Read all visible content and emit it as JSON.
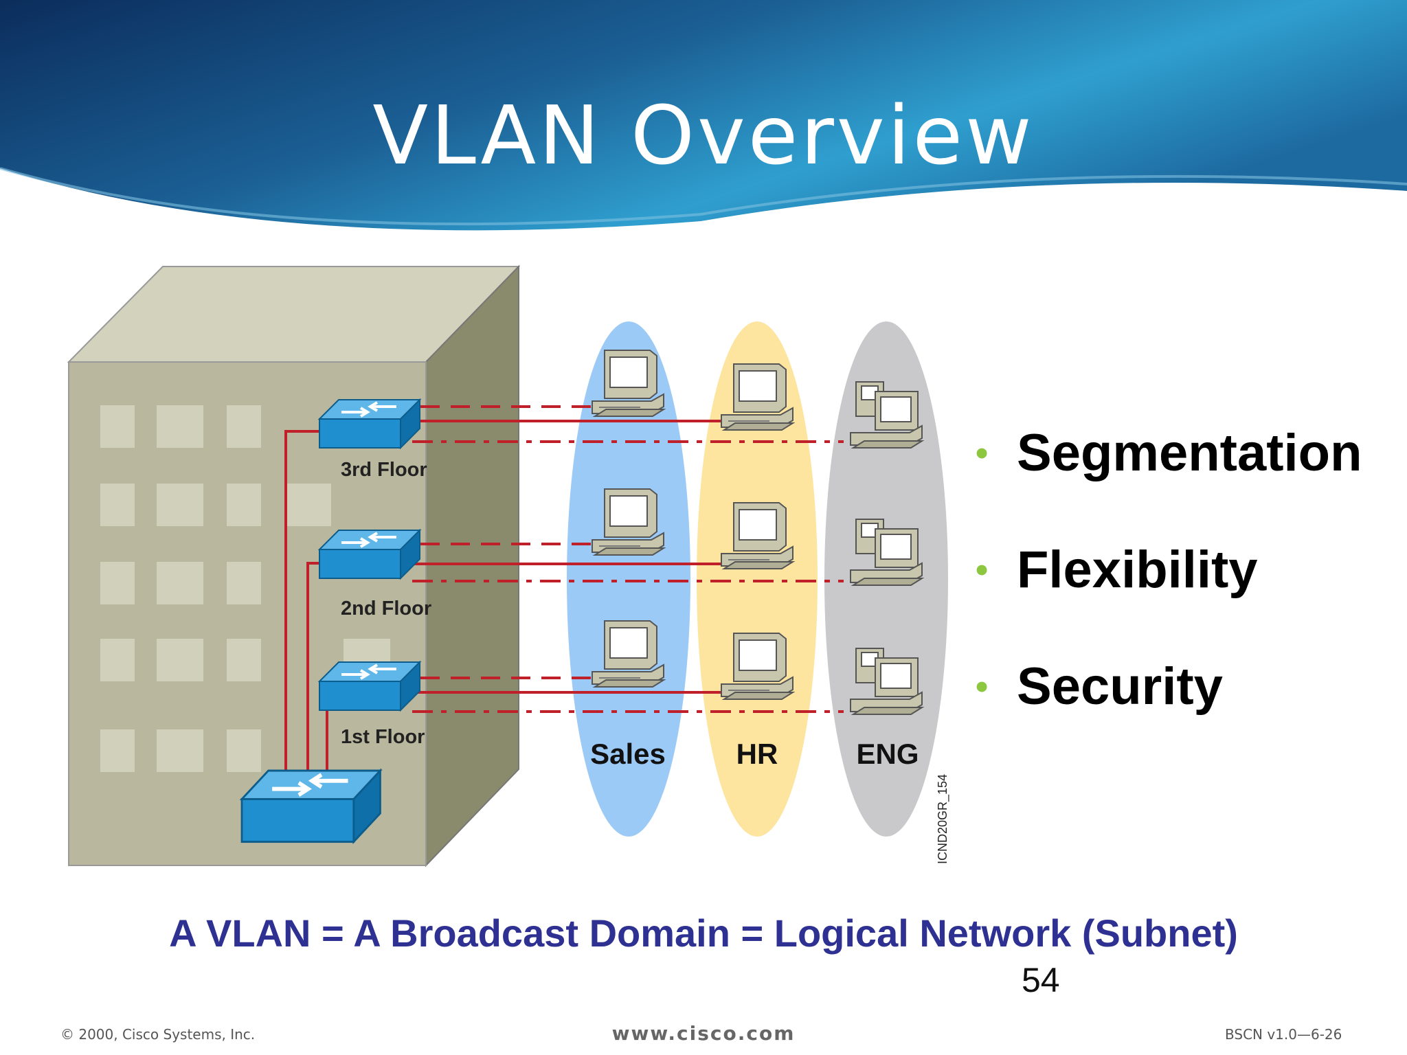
{
  "title": "VLAN Overview",
  "colors": {
    "banner_dark": "#0b2d5c",
    "banner_mid": "#1b5f94",
    "banner_light": "#2f9fcf",
    "switch_blue": "#1f8fd0",
    "link_red": "#c0202a",
    "sales_ellipse": "#9ccaf6",
    "hr_ellipse": "#fde5a0",
    "eng_ellipse": "#c9c9cb",
    "building_front": "#b9b89e",
    "building_side": "#8a8a6c",
    "bullet_green": "#8dc63f",
    "equation_text": "#2e3192"
  },
  "diagram": {
    "floors": [
      {
        "label": "3rd Floor"
      },
      {
        "label": "2nd Floor"
      },
      {
        "label": "1st Floor"
      }
    ],
    "groups": [
      {
        "label": "Sales",
        "icon": "desktop-computer-icon"
      },
      {
        "label": "HR",
        "icon": "desktop-computer-icon"
      },
      {
        "label": "ENG",
        "icon": "workstation-icon"
      }
    ],
    "figure_id": "ICND20GR_154"
  },
  "bullets": [
    "Segmentation",
    "Flexibility",
    "Security"
  ],
  "equation": "A VLAN = A Broadcast Domain = Logical Network (Subnet)",
  "page_number": "54",
  "footer": {
    "copyright": "© 2000, Cisco Systems, Inc.",
    "website": "www.cisco.com",
    "course_code": "BSCN v1.0—6-26"
  }
}
